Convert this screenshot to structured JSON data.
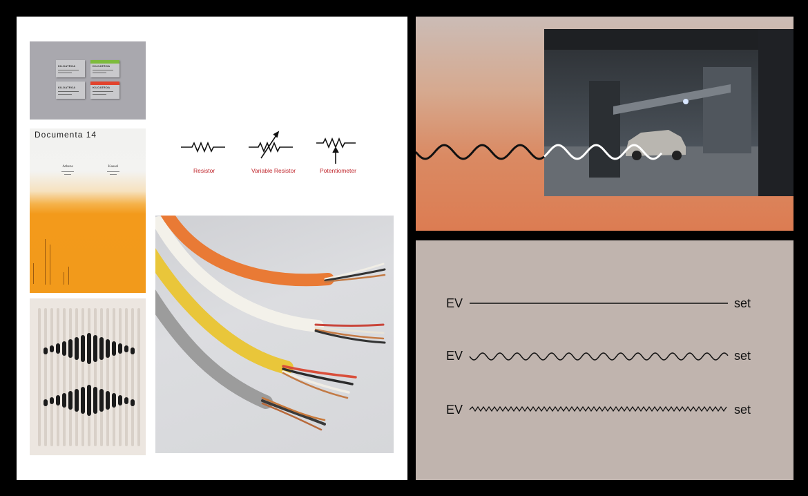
{
  "poster": {
    "title": "Documenta 14",
    "col1_title": "Athens",
    "col2_title": "Kassel"
  },
  "cards": {
    "brand": "KILOATROA",
    "strip_colors": [
      "#7dbb3c",
      "#e2432d"
    ]
  },
  "symbols": {
    "items": [
      {
        "label": "Resistor"
      },
      {
        "label": "Variable Resistor"
      },
      {
        "label": "Potentiometer"
      }
    ],
    "label_color": "#c0262c"
  },
  "signal": {
    "rows": [
      {
        "start": "EV",
        "end": "set",
        "pattern": "flat"
      },
      {
        "start": "EV",
        "end": "set",
        "pattern": "wave"
      },
      {
        "start": "EV",
        "end": "set",
        "pattern": "zigzag"
      }
    ]
  },
  "colors": {
    "poster_orange": "#f29a1b",
    "panel_gradient_bottom": "#dc7c52",
    "panel_bottom_bg": "#c0b4ae"
  }
}
